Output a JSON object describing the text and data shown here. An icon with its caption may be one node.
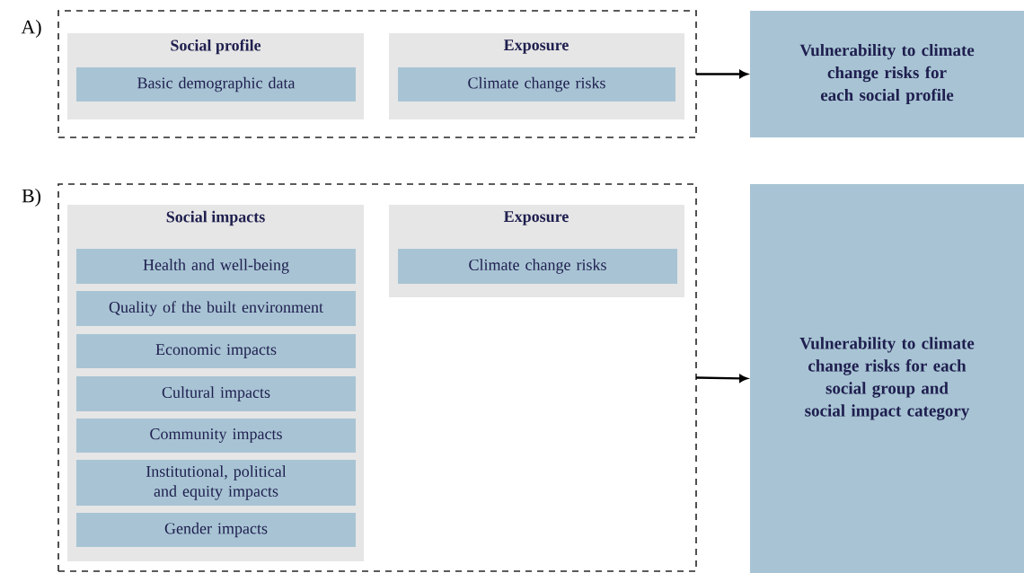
{
  "diagram": {
    "nodes": [
      {
        "text": [],
        "shape": "box"
      },
      {
        "text": [
          "Social profile"
        ],
        "in": 0
      },
      {
        "text": [
          "Basic demographic data"
        ],
        "in": 1
      },
      {
        "text": [
          "Exposure"
        ],
        "in": 0
      },
      {
        "text": [
          "Climate change risks"
        ],
        "in": 3
      },
      {
        "text": [
          "Vulnerability to climate change risks for each social profile"
        ]
      },
      {
        "text": [],
        "shape": "box"
      },
      {
        "text": [
          "Social impacts"
        ],
        "in": 6
      },
      {
        "text": [
          "Health and well-being"
        ],
        "in": 7
      },
      {
        "text": [
          "Quality of the built environment"
        ],
        "in": 7
      },
      {
        "text": [
          "Economic impacts"
        ],
        "in": 7
      },
      {
        "text": [
          "Cultural impacts"
        ],
        "in": 7
      },
      {
        "text": [
          "Community impacts"
        ],
        "in": 7
      },
      {
        "text": [
          "Institutional, political and equity impacts"
        ],
        "in": 7
      },
      {
        "text": [
          "Gender impacts"
        ],
        "in": 7
      },
      {
        "text": [
          "Exposure"
        ],
        "in": 6
      },
      {
        "text": [
          "Climate change risks"
        ],
        "in": 15
      },
      {
        "text": [
          "Vulnerability to climate change risks for each social group and social impact category"
        ]
      }
    ],
    "edges": [
      {
        "from": 0,
        "to": 5,
        "arrow": "to"
      },
      {
        "from": 6,
        "to": 17,
        "arrow": "to"
      }
    ],
    "labels": [
      "A)",
      "B)"
    ]
  }
}
